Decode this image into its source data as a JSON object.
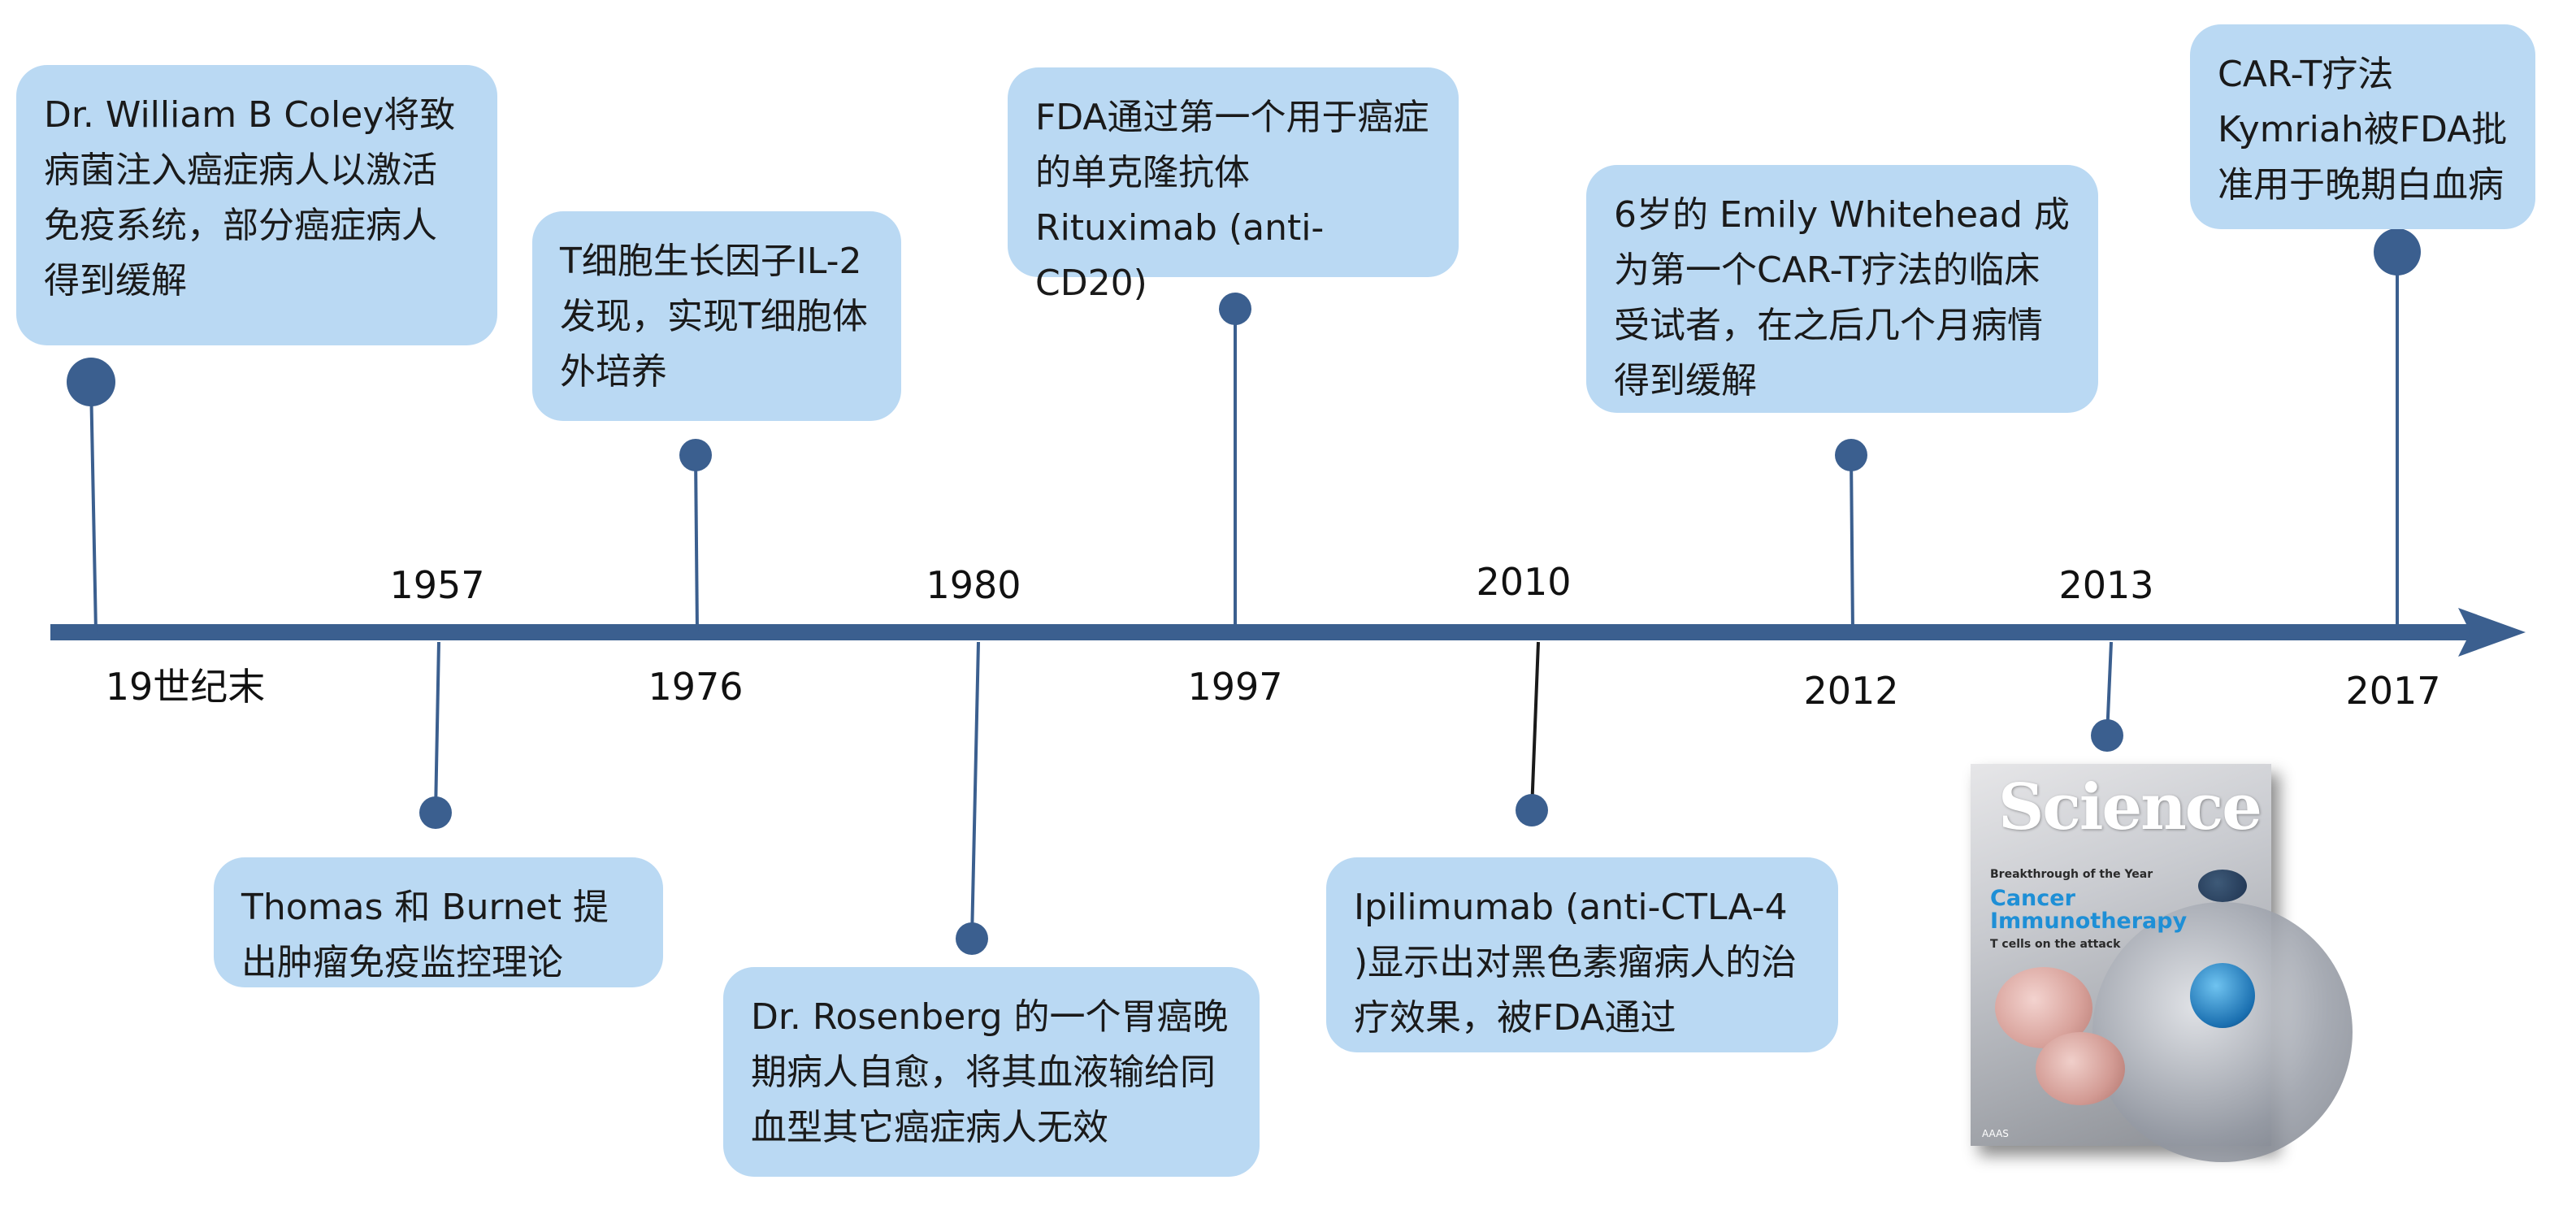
{
  "events": [
    {
      "id": "event-1",
      "year": "19世纪末",
      "text": "Dr. William B Coley将致病菌注入癌症病人以激活免疫系统，部分癌症病人得到缓解"
    },
    {
      "id": "event-2",
      "year": "1957",
      "text": "Thomas 和 Burnet 提出肿瘤免疫监控理论"
    },
    {
      "id": "event-3",
      "year": "1976",
      "text": "T细胞生长因子IL-2发现，实现T细胞体外培养"
    },
    {
      "id": "event-4",
      "year": "1980",
      "text": "Dr. Rosenberg 的一个胃癌晚期病人自愈，将其血液输给同血型其它癌症病人无效"
    },
    {
      "id": "event-5",
      "year": "1997",
      "text": "FDA通过第一个用于癌症的单克隆抗体 Rituximab (anti-CD20)"
    },
    {
      "id": "event-6",
      "year": "2010",
      "text": "Ipilimumab (anti-CTLA-4 )显示出对黑色素瘤病人的治疗效果，被FDA通过"
    },
    {
      "id": "event-7",
      "year": "2012",
      "text": "6岁的 Emily Whitehead 成为第一个CAR-T疗法的临床受试者，在之后几个月病情得到缓解"
    },
    {
      "id": "event-8",
      "year": "2013",
      "text": ""
    },
    {
      "id": "event-9",
      "year": "2017",
      "text": "CAR-T疗法Kymriah被FDA批准用于晚期白血病"
    }
  ],
  "cover": {
    "masthead": "Science",
    "kicker": "Breakthrough of the Year",
    "title": "Cancer Immunotherapy",
    "subtitle": "T cells on the attack",
    "publisher": "AAAS"
  },
  "colors": {
    "axis": "#3b5f8f",
    "box": "#bad9f3",
    "connector": "#3b5f8f",
    "connector_2010": "#1a1a1a"
  }
}
